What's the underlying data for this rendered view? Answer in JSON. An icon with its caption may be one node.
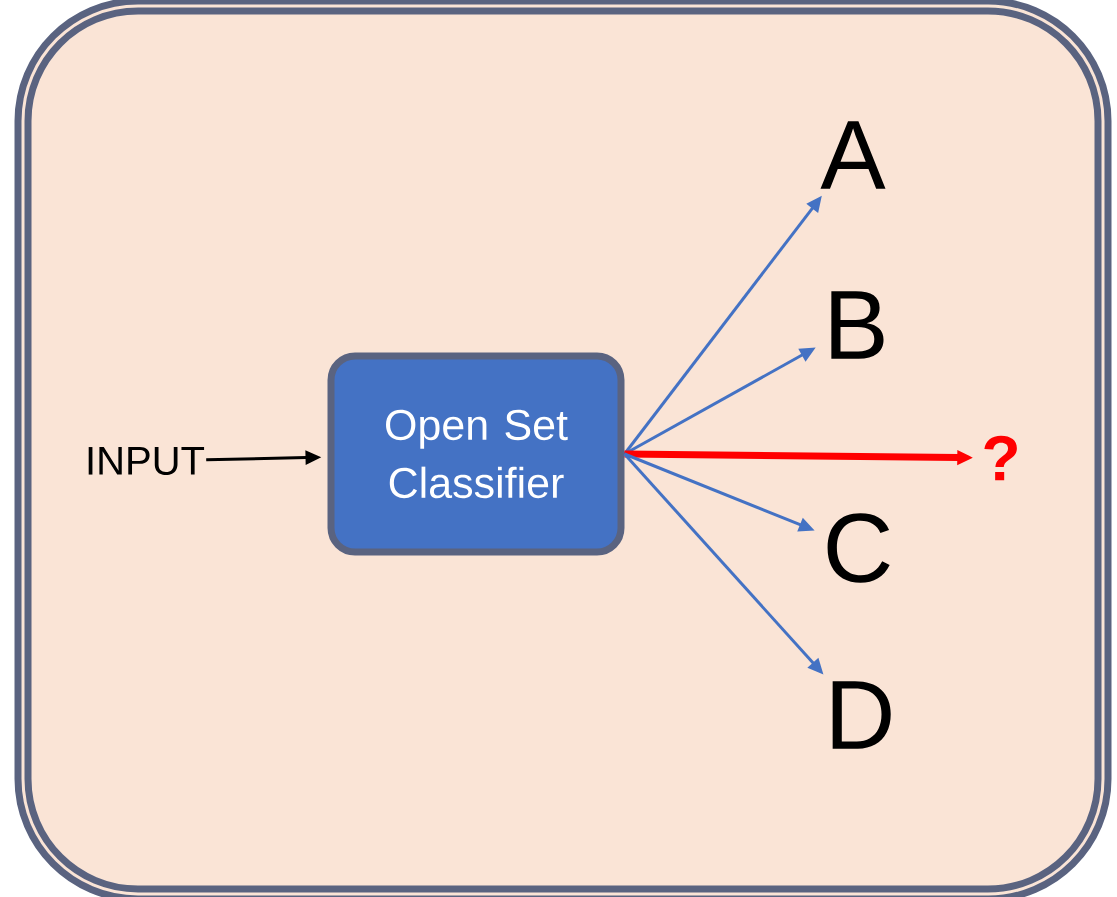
{
  "diagram": {
    "nodes": [
      {
        "text": [],
        "shape": "box"
      },
      {
        "text": [
          "INPUT"
        ],
        "in": 0
      },
      {
        "text": [
          "Open Set Classifier"
        ],
        "in": 0
      },
      {
        "text": [
          "A"
        ],
        "in": 0
      },
      {
        "text": [
          "B"
        ],
        "in": 0
      },
      {
        "text": [
          "?"
        ],
        "in": 0
      },
      {
        "text": [
          "C"
        ],
        "in": 0
      },
      {
        "text": [
          "D"
        ],
        "in": 0
      }
    ],
    "edges": [
      {
        "from": 1,
        "to": 2,
        "arrow": "to",
        "color": "#000000"
      },
      {
        "from": 2,
        "to": 3,
        "arrow": "to"
      },
      {
        "from": 2,
        "to": 4,
        "arrow": "to"
      },
      {
        "from": 2,
        "to": 5,
        "arrow": "to",
        "color": "#ff0000",
        "style": "thick"
      },
      {
        "from": 2,
        "to": 6,
        "arrow": "to"
      },
      {
        "from": 2,
        "to": 7,
        "arrow": "to"
      }
    ]
  }
}
